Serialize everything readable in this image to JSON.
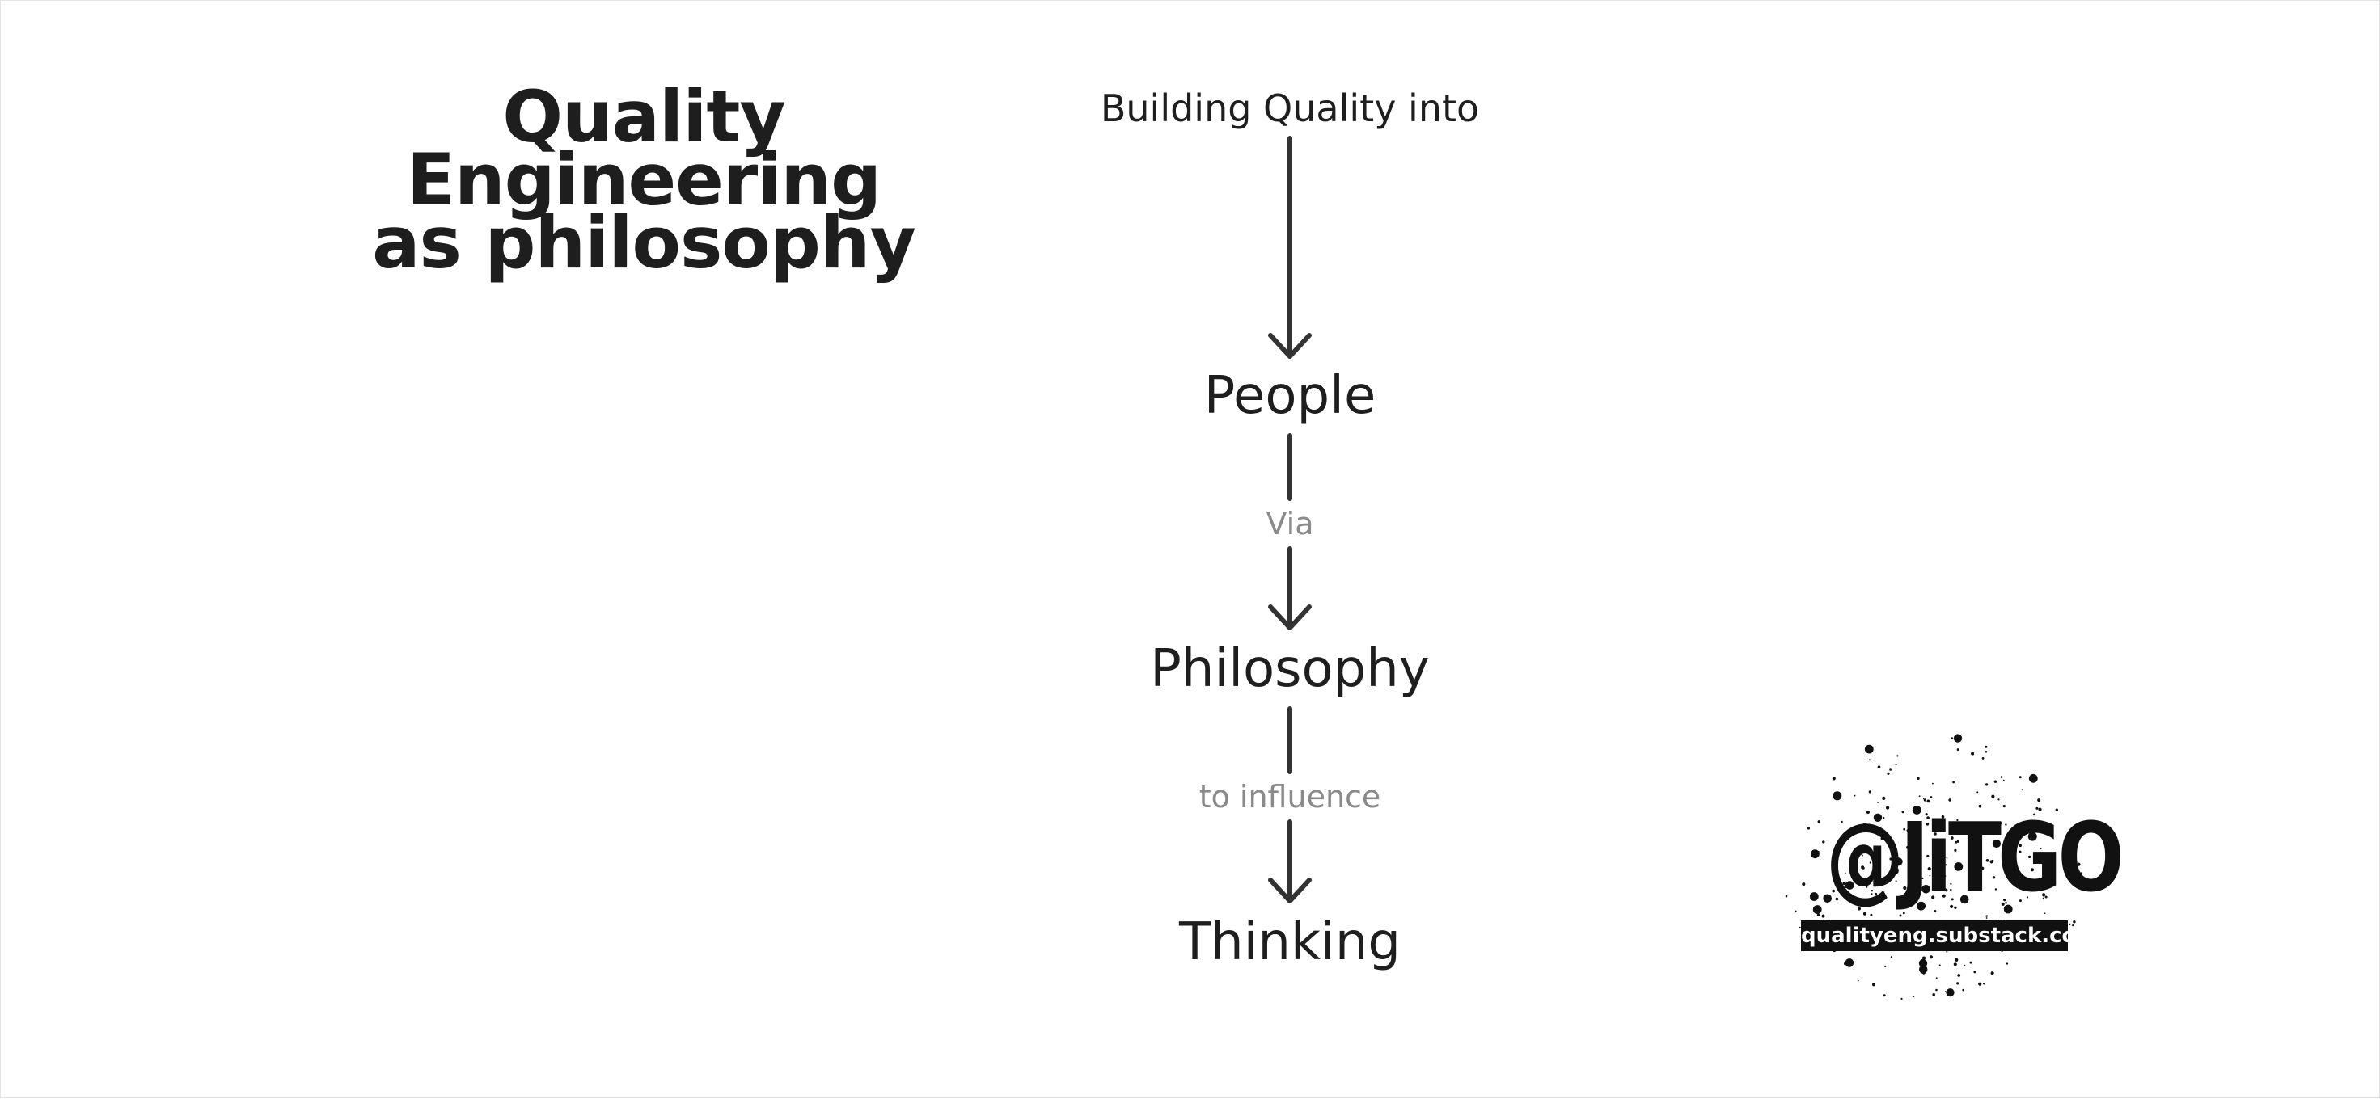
{
  "title": {
    "line1": "Quality Engineering",
    "line2": "as philosophy"
  },
  "flow": {
    "top": "Building Quality into",
    "nodes": [
      "People",
      "Philosophy",
      "Thinking"
    ],
    "edge_labels": [
      "Via",
      "to influence"
    ]
  },
  "badge": {
    "handle": "@JiTGO",
    "url": "qualityeng.substack.com"
  },
  "colors": {
    "text": "#1e1e1e",
    "edge_label": "#8a8a8a",
    "arrow": "#333333",
    "badge": "#111111"
  }
}
